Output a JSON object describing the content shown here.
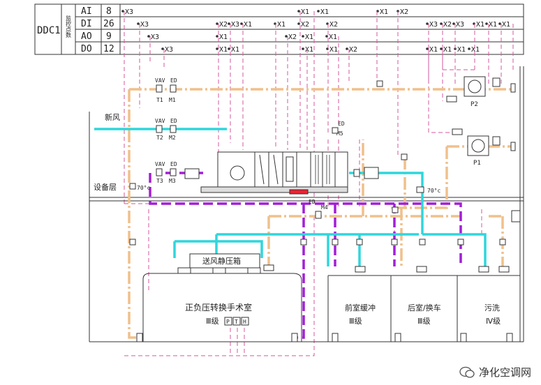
{
  "table": {
    "ddc_label": "DDC1",
    "side_label": "监控点数",
    "rows": [
      {
        "type": "AI",
        "count": "8"
      },
      {
        "type": "DI",
        "count": "26"
      },
      {
        "type": "AO",
        "count": "9"
      },
      {
        "type": "DO",
        "count": "12"
      }
    ]
  },
  "signals": {
    "ai": [
      "X3",
      "X1",
      "X1",
      "X1",
      "X2"
    ],
    "di": [
      "X3",
      "X2",
      "X3",
      "X1",
      "X1",
      "X2",
      "X2",
      "X3",
      "X2",
      "X3",
      "X1",
      "X1",
      "X1"
    ],
    "ao": [
      "X3",
      "X1",
      "X2",
      "X1",
      "X1"
    ],
    "do": [
      "X3",
      "X1",
      "X1",
      "X1",
      "X1",
      "X2",
      "X1",
      "X1",
      "X1",
      "X1"
    ]
  },
  "labels": {
    "fresh_air": "新风",
    "equipment_floor": "设备层",
    "plenum": "送风静压箱",
    "vav": "VAV",
    "ed": "ED",
    "t1": "T1",
    "m1": "M1",
    "t2": "T2",
    "m2": "M2",
    "t3": "T3",
    "m3": "M3",
    "m4": "M4",
    "m5": "M5",
    "p1": "P1",
    "p2": "P2",
    "temp1": "70°c",
    "temp2": "70°c",
    "p_tag": "P",
    "t_tag": "T",
    "h_tag": "H"
  },
  "rooms": [
    {
      "name": "正负压转换手术室",
      "grade": "Ⅲ级"
    },
    {
      "name": "前室缓冲",
      "grade": "Ⅲ级"
    },
    {
      "name": "后室/换车",
      "grade": "Ⅲ级"
    },
    {
      "name": "污洗",
      "grade": "Ⅳ级"
    }
  ],
  "watermark": "净化空调网",
  "colors": {
    "supply": "#2fd6dc",
    "exhaust": "#f0c08c",
    "return": "#a21fd6",
    "signal": "#d6579e",
    "line": "#333333"
  }
}
